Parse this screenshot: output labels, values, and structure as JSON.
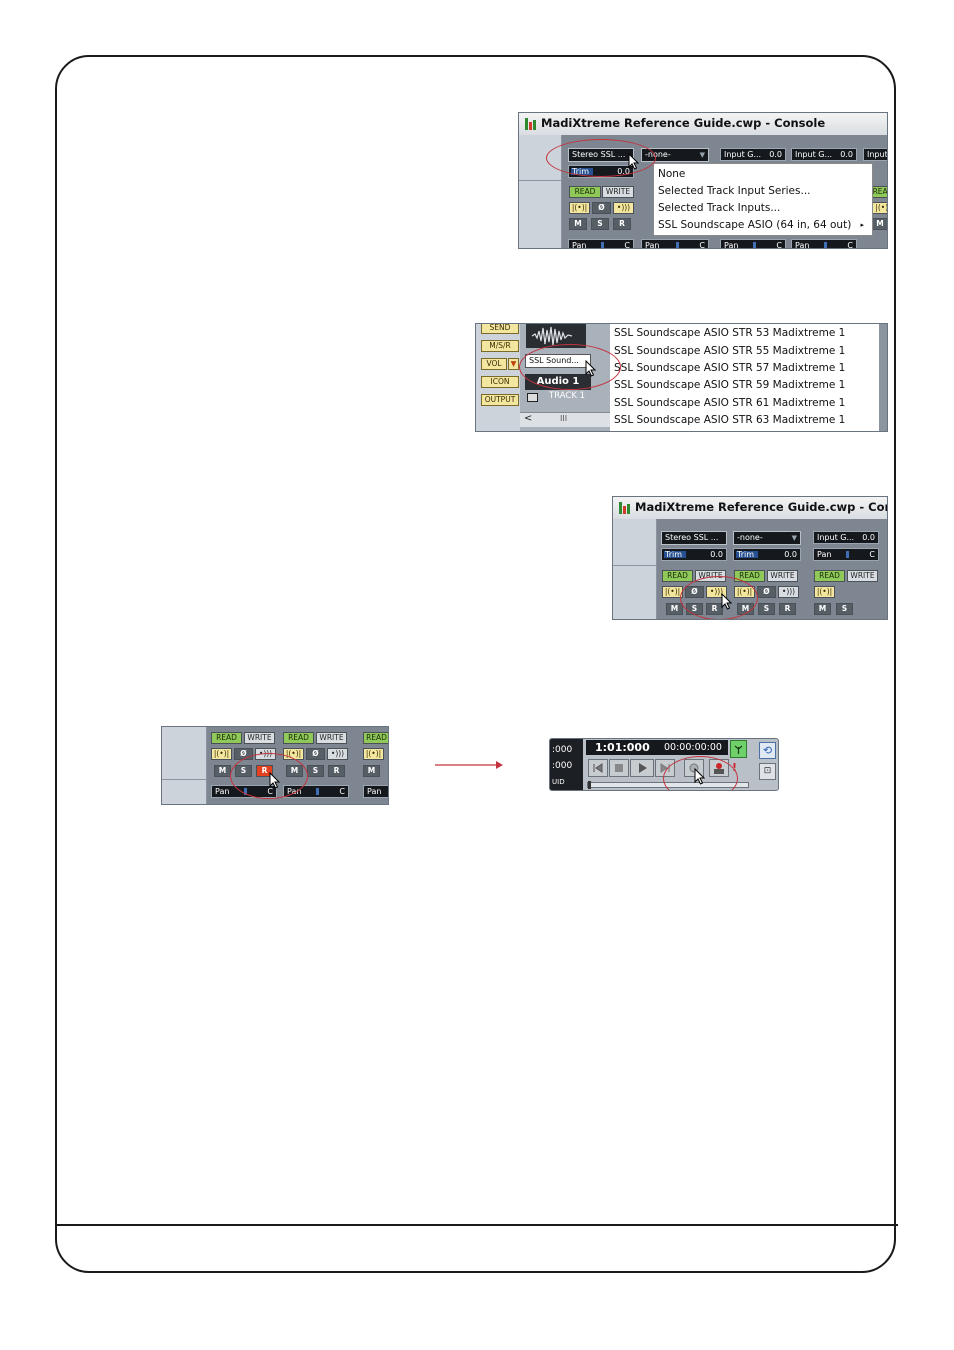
{
  "console1": {
    "window_title": "MadiXtreme Reference Guide.cwp - Console",
    "input_dropdown": "Stereo SSL ...",
    "output_dropdown": "-none-",
    "input_gain_1": "Input G...",
    "input_gain_1_value": "0.0",
    "input_gain_2": "Input G...",
    "input_gain_2_value": "0.0",
    "input_gain_3": "Input",
    "trim_label": "Trim",
    "trim_value": "0.0",
    "read": "READ",
    "write": "WRITE",
    "m": "M",
    "s": "S",
    "r": "R",
    "pan": "Pan",
    "pan_value": "C",
    "menu_items": [
      {
        "label": "None"
      },
      {
        "label": "Selected Track Input Series..."
      },
      {
        "label": "Selected Track Inputs..."
      },
      {
        "label": "SSL Soundscape ASIO (64 in, 64 out)",
        "submenu": "▸"
      }
    ]
  },
  "track_panel": {
    "send": "SEND",
    "msr": "M/S/R",
    "vol": "VOL",
    "icon": "ICON",
    "output": "OUTPUT",
    "input_dropdown": "SSL Sound...",
    "track_name": "Audio 1",
    "track_label": "TRACK 1",
    "list_items": [
      "SSL Soundscape ASIO STR 53  Madixtreme 1",
      "SSL Soundscape ASIO STR 55  Madixtreme 1",
      "SSL Soundscape ASIO STR 57  Madixtreme 1",
      "SSL Soundscape ASIO STR 59  Madixtreme 1",
      "SSL Soundscape ASIO STR 61  Madixtreme 1",
      "SSL Soundscape ASIO STR 63  Madixtreme 1"
    ]
  },
  "console2": {
    "window_title": "MadiXtreme Reference Guide.cwp - Console",
    "input_dropdown": "Stereo SSL ...",
    "output_dropdown": "-none-",
    "input_gain": "Input G...",
    "input_gain_value": "0.0",
    "trim_label": "Trim",
    "trim_value": "0.0",
    "pan": "Pan",
    "pan_value": "C",
    "read": "READ",
    "write": "WRITE",
    "m": "M",
    "s": "S",
    "r": "R"
  },
  "strip": {
    "read": "READ",
    "write": "WRITE",
    "m": "M",
    "s": "S",
    "r": "R",
    "pan": "Pan",
    "pan_value": "C",
    "phase": "Ø"
  },
  "transport": {
    "time": "1:01:000",
    "smpte": "00:00:00:00",
    "left_1": ":000",
    "left_2": ":000",
    "left_3": "UID"
  },
  "colors": {
    "annotation": "#c4333e",
    "read_green": "#8fca58",
    "record_red": "#e2401f"
  }
}
